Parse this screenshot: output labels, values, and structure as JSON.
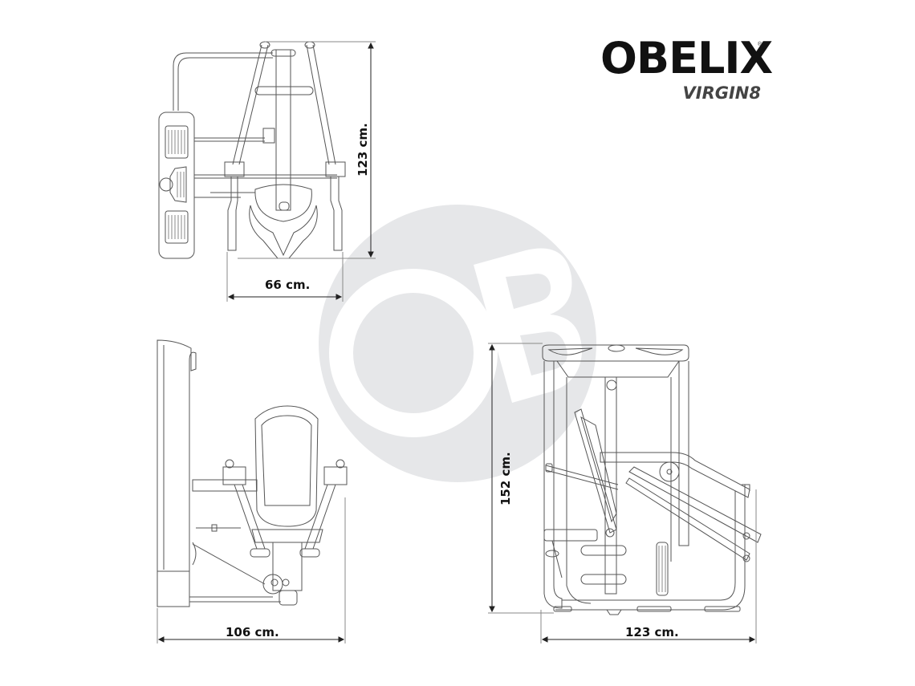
{
  "brand": {
    "name": "OBELIX",
    "registered_mark": "®",
    "model": "VIRGIN8"
  },
  "watermark": {
    "text": "OB",
    "color": "#e6e7e9"
  },
  "views": [
    {
      "id": "top-view",
      "dimensions": {
        "width_label": "66 cm.",
        "depth_label": "123 cm."
      }
    },
    {
      "id": "front-view",
      "dimensions": {
        "width_label": "106 cm."
      }
    },
    {
      "id": "side-view",
      "dimensions": {
        "height_label": "152 cm.",
        "length_label": "123 cm."
      }
    }
  ],
  "colors": {
    "line": "#555555",
    "dimension_line": "#222222",
    "background": "#ffffff"
  }
}
